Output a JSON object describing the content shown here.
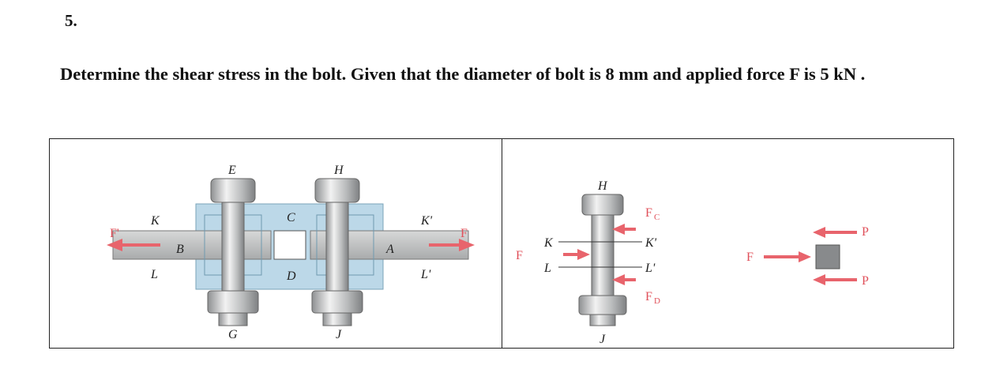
{
  "problem": {
    "number": "5.",
    "text": "Determine the shear stress in the bolt. Given that the diameter of bolt is 8 mm and applied force F is 5 kN ."
  },
  "figure_left": {
    "labels": {
      "E": "E",
      "H": "H",
      "C": "C",
      "K": "K",
      "K_prime": "K'",
      "B": "B",
      "A": "A",
      "L": "L",
      "L_prime": "L'",
      "D": "D",
      "G": "G",
      "J": "J",
      "F_prime": "F'",
      "F": "F"
    }
  },
  "figure_right": {
    "labels": {
      "H": "H",
      "K": "K",
      "L": "L",
      "K_prime": "K'",
      "L_prime": "L'",
      "F": "F",
      "FC": "F",
      "FC_sub": "C",
      "FD": "F",
      "FD_sub": "D",
      "J": "J",
      "F2": "F",
      "P1": "P",
      "P2": "P"
    }
  },
  "colors": {
    "force_arrow": "#e8646c",
    "plate_blue": "#bcd8e8",
    "steel": "#c9cbcc"
  }
}
